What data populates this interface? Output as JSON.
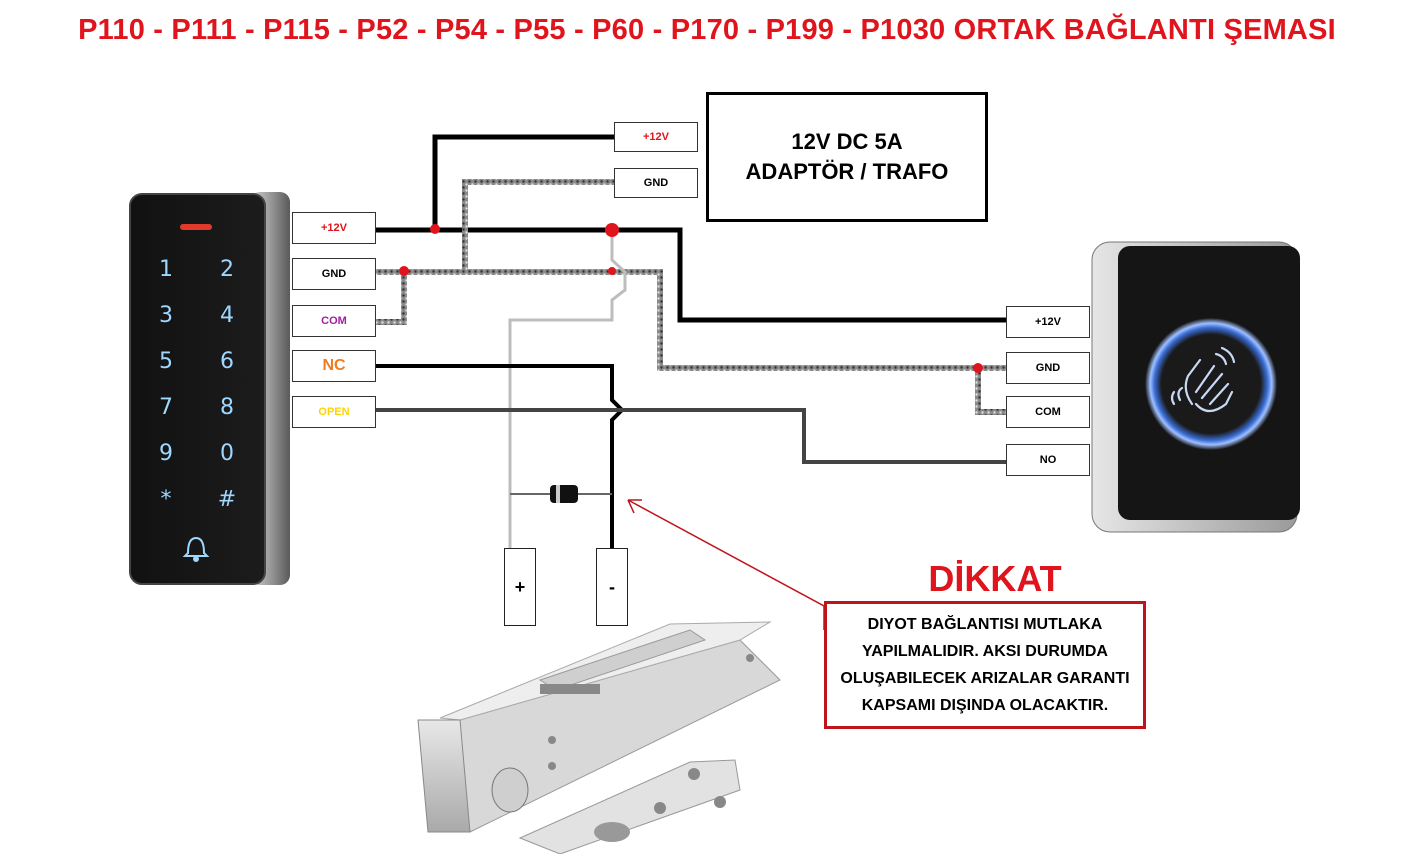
{
  "title": "P110 - P111 - P115 - P52 - P54 - P55 - P60 - P170 - P199 - P1030 ORTAK BAĞLANTI ŞEMASI",
  "adaptor": {
    "line1": "12V DC 5A",
    "line2": "ADAPTÖR / TRAFO",
    "plus_label": "+12V",
    "gnd_label": "GND"
  },
  "keypad": {
    "keys": [
      "1",
      "2",
      "3",
      "4",
      "5",
      "6",
      "7",
      "8",
      "9",
      "0",
      "*",
      "#"
    ],
    "bell_icon": "bell-icon",
    "terminals": {
      "plus12v": "+12V",
      "gnd": "GND",
      "com": "COM",
      "nc": "NC",
      "open": "OPEN"
    }
  },
  "exit_button": {
    "hand_icon": "hand-wave-icon",
    "terminals": {
      "plus12v": "+12V",
      "gnd": "GND",
      "com": "COM",
      "no": "NO"
    }
  },
  "lock": {
    "plus": "+",
    "minus": "-"
  },
  "warning": {
    "title": "DİKKAT",
    "lines": [
      "DIYOT BAĞLANTISI MUTLAKA",
      "YAPILMALIDIR. AKSI DURUMDA",
      "OLUŞABILECEK ARIZALAR GARANTI",
      "KAPSAMI DIŞINDA OLACAKTIR."
    ]
  },
  "colors": {
    "title": "#e0141c",
    "nc": "#f07c1e",
    "open": "#ffd400",
    "com": "#a020a0",
    "plus": "#e0141c",
    "warning_border": "#c0141c"
  }
}
